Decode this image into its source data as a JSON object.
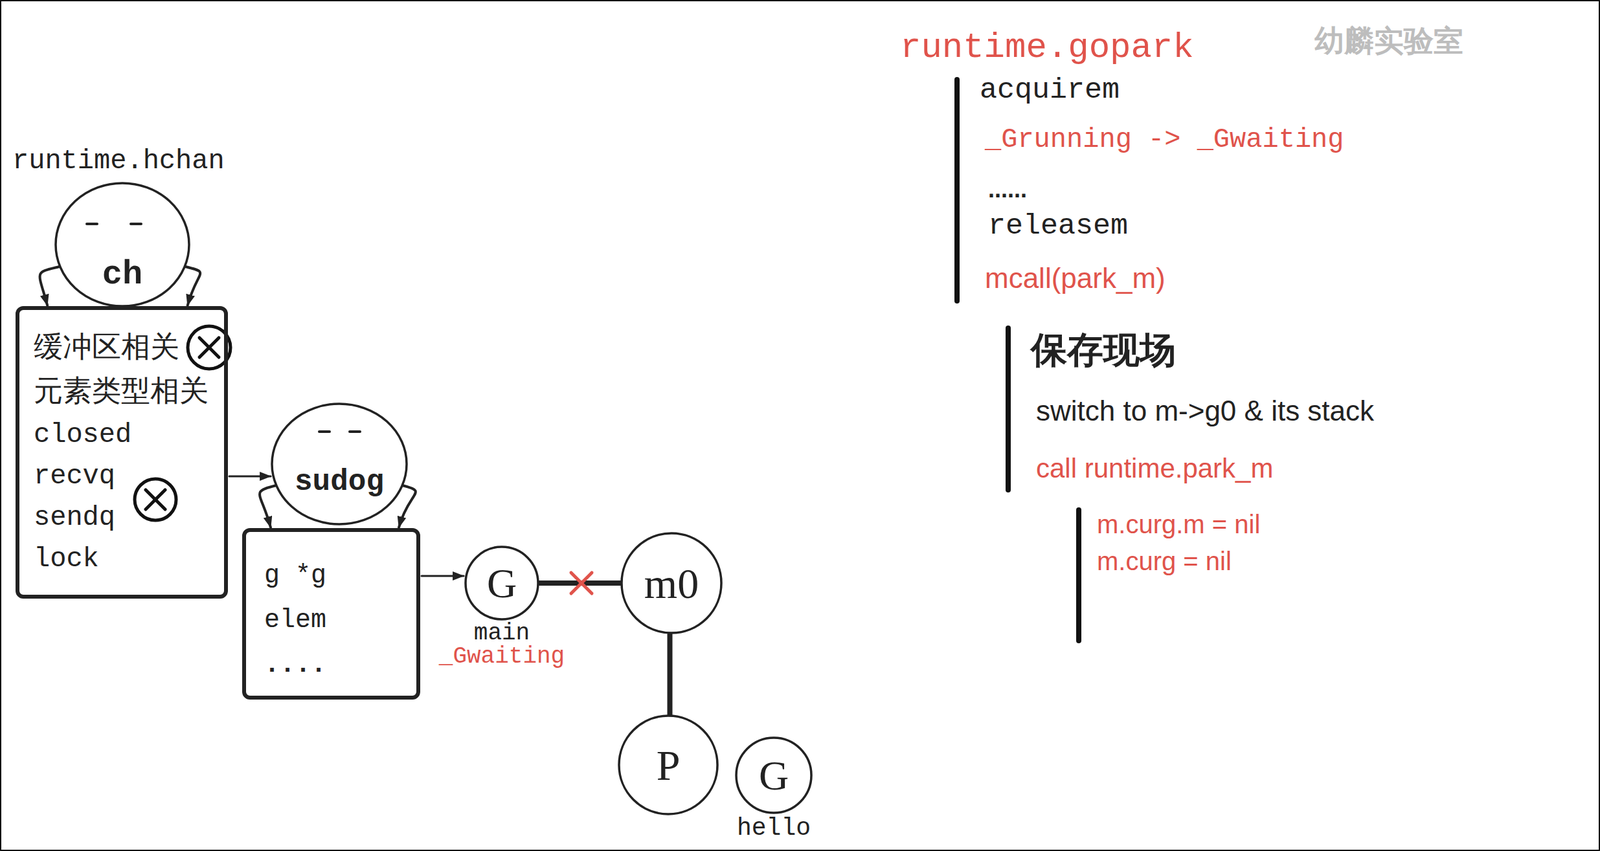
{
  "diagram": {
    "nodes": [
      {
        "text": [
          "ch"
        ]
      },
      {
        "text": [
          "缓冲区相关",
          "元素类型相关",
          "closed",
          "recvq",
          "sendq",
          "lock"
        ]
      },
      {
        "text": [
          "sudog"
        ]
      },
      {
        "text": [
          "g *g",
          "elem",
          "...."
        ]
      },
      {
        "text": [
          "G",
          "main",
          "_Gwaiting"
        ]
      },
      {
        "text": [
          "m0"
        ]
      },
      {
        "text": [
          "P"
        ]
      },
      {
        "text": [
          "G",
          "hello"
        ]
      }
    ],
    "edges": [
      {
        "from": 0,
        "to": 1,
        "arrow": "to"
      },
      {
        "from": 0,
        "to": 1,
        "arrow": "to"
      },
      {
        "from": 1,
        "to": 2,
        "arrow": "to"
      },
      {
        "from": 2,
        "to": 3,
        "arrow": "to"
      },
      {
        "from": 2,
        "to": 3,
        "arrow": "to"
      },
      {
        "from": 3,
        "to": 4,
        "arrow": "to"
      },
      {
        "from": 4,
        "to": 5,
        "arrow": "none"
      },
      {
        "from": 5,
        "to": 6,
        "arrow": "none"
      }
    ],
    "labels": [
      "runtime.hchan",
      "runtime.gopark",
      "acquirem",
      "_Grunning -> _Gwaiting",
      "......",
      "releasem",
      "mcall(park_m)",
      "保存现场",
      "switch to m->g0 & its stack",
      "call runtime.park_m",
      "m.curg.m = nil",
      "m.curg = nil",
      "幼麟实验室"
    ]
  }
}
